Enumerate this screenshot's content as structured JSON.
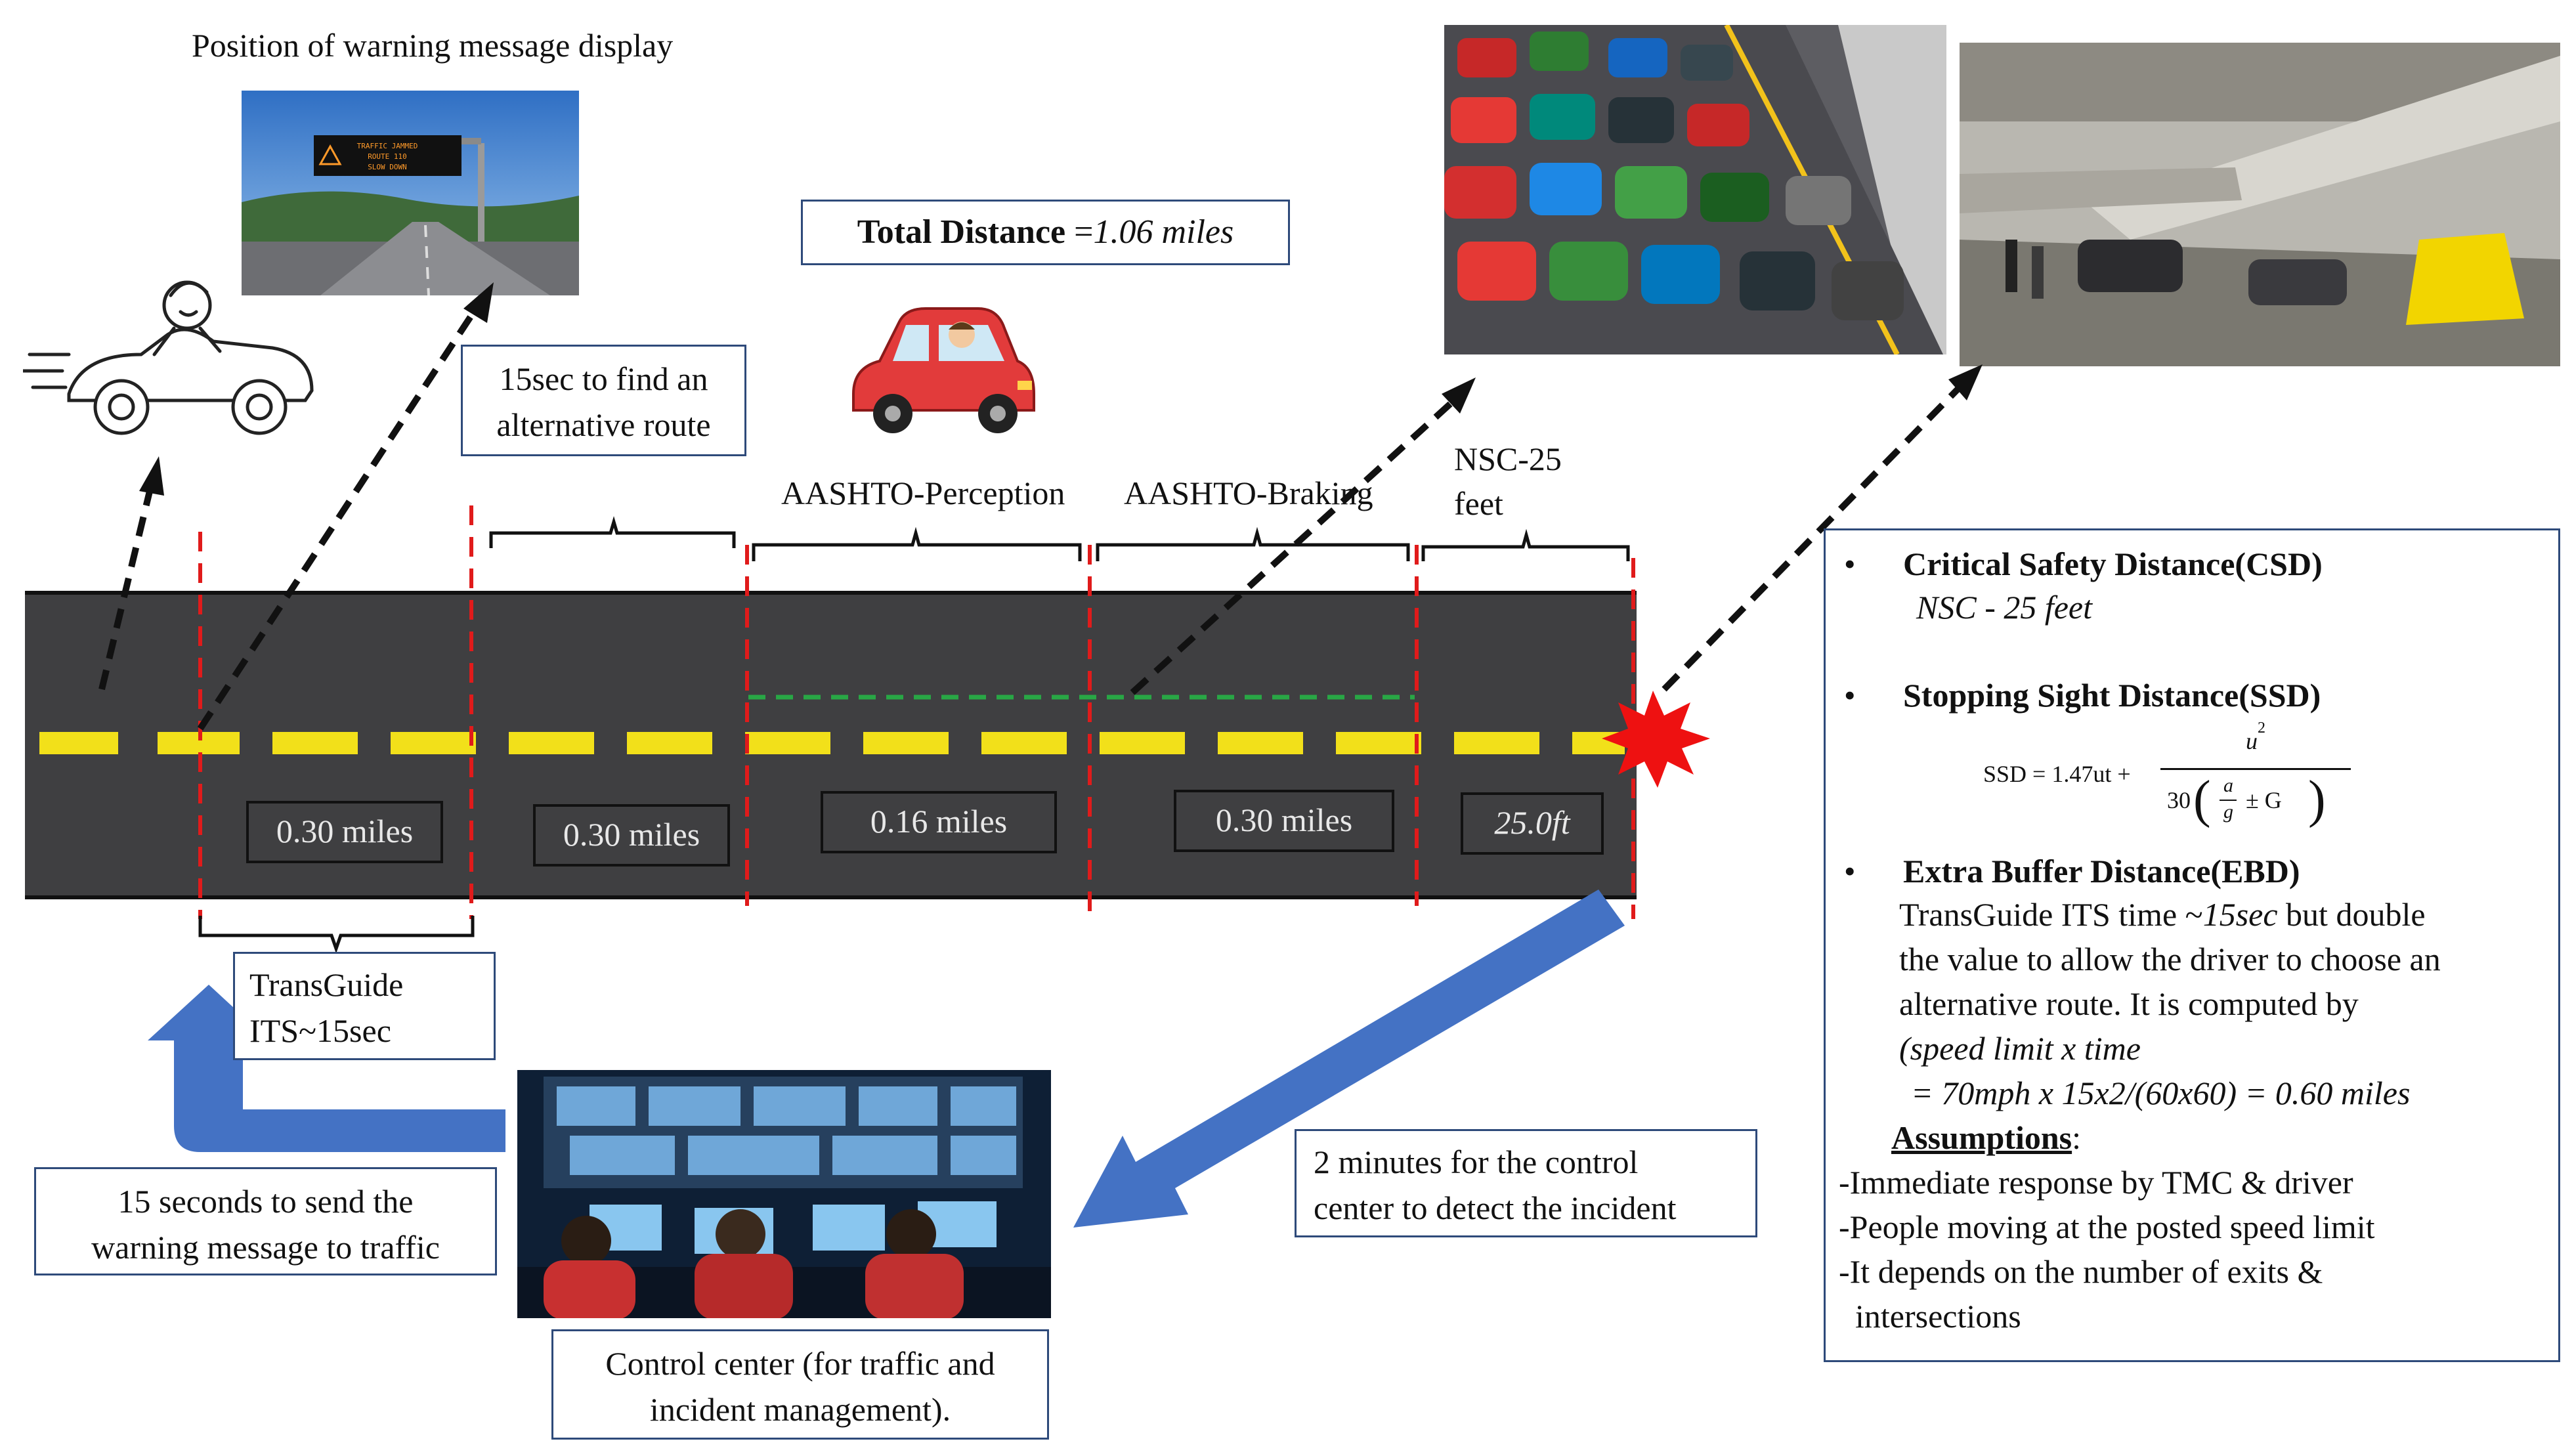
{
  "title_warning_display": "Position of warning message display",
  "total_distance": {
    "label": "Total Distance",
    "eq": " =",
    "value": "1.06 miles"
  },
  "find_route": {
    "line1": "15sec to find an",
    "line2": "alternative route"
  },
  "section_labels": {
    "aashto_perception": "AASHTO-Perception",
    "aashto_braking": "AASHTO-Braking",
    "nsc_line1": "NSC-25",
    "nsc_line2": "feet"
  },
  "segments": [
    "0.30 miles",
    "0.30 miles",
    "0.16 miles",
    "0.30 miles",
    "25.0ft"
  ],
  "transguide": {
    "line1": "TransGuide",
    "line2": "ITS~15sec"
  },
  "send_warning": {
    "line1": "15 seconds to send the",
    "line2": "warning message to traffic"
  },
  "detect_incident": {
    "line1": "2 minutes for the control",
    "line2": "center to detect the incident"
  },
  "control_center": {
    "line1": "Control center (for traffic and",
    "line2": "incident management)."
  },
  "sign_text": {
    "line1": "TRAFFIC JAMMED",
    "line2": "ROUTE 110",
    "line3": "SLOW DOWN"
  },
  "info": {
    "bullet": "•",
    "csd_title": "Critical Safety Distance(CSD)",
    "csd_value": "NSC - 25 feet",
    "ssd_title": "Stopping Sight Distance(SSD)",
    "ssd_formula": {
      "lhs": "SSD = 1.47ut +",
      "numerator": "u",
      "numerator_exp": "2",
      "denom_prefix": "30",
      "frac_a": "a",
      "frac_g": "g",
      "denom_suffix": "± G"
    },
    "ebd_title": "Extra Buffer Distance(EBD)",
    "ebd_line1_a": "TransGuide ITS time ~",
    "ebd_line1_b": "15sec",
    "ebd_line1_c": " but double",
    "ebd_line2": "the value to allow the driver to choose an",
    "ebd_line3": "alternative route. It is computed by",
    "ebd_line4": "(speed limit x time",
    "ebd_line5": "= 70mph x 15x2/(60x60) = 0.60 miles",
    "assumptions_title": "Assumptions",
    "assumptions_colon": ":",
    "assumptions": [
      "-Immediate response by TMC & driver",
      "-People moving at the posted speed limit",
      "-It depends on the number of exits &",
      "  intersections"
    ]
  }
}
